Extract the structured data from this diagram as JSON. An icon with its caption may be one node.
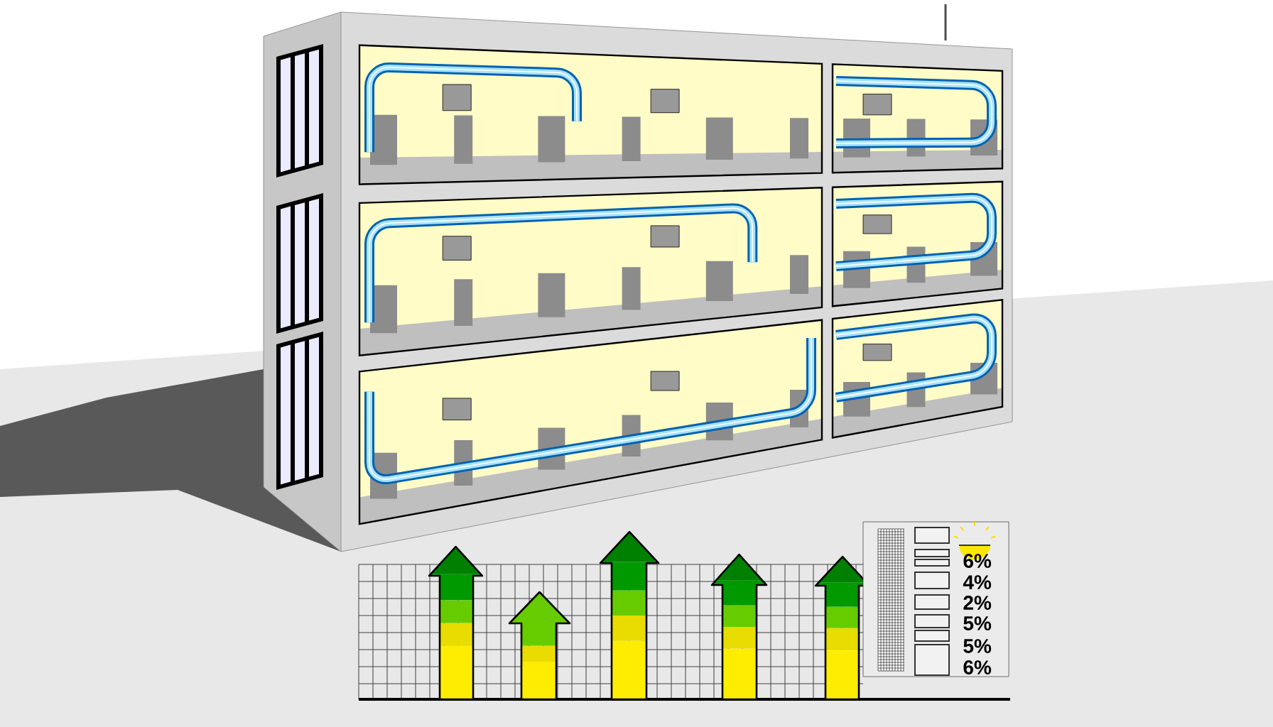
{
  "diagram": {
    "labels": [
      "6%",
      "4%",
      "2%",
      "5%",
      "5%",
      "6%"
    ]
  }
}
